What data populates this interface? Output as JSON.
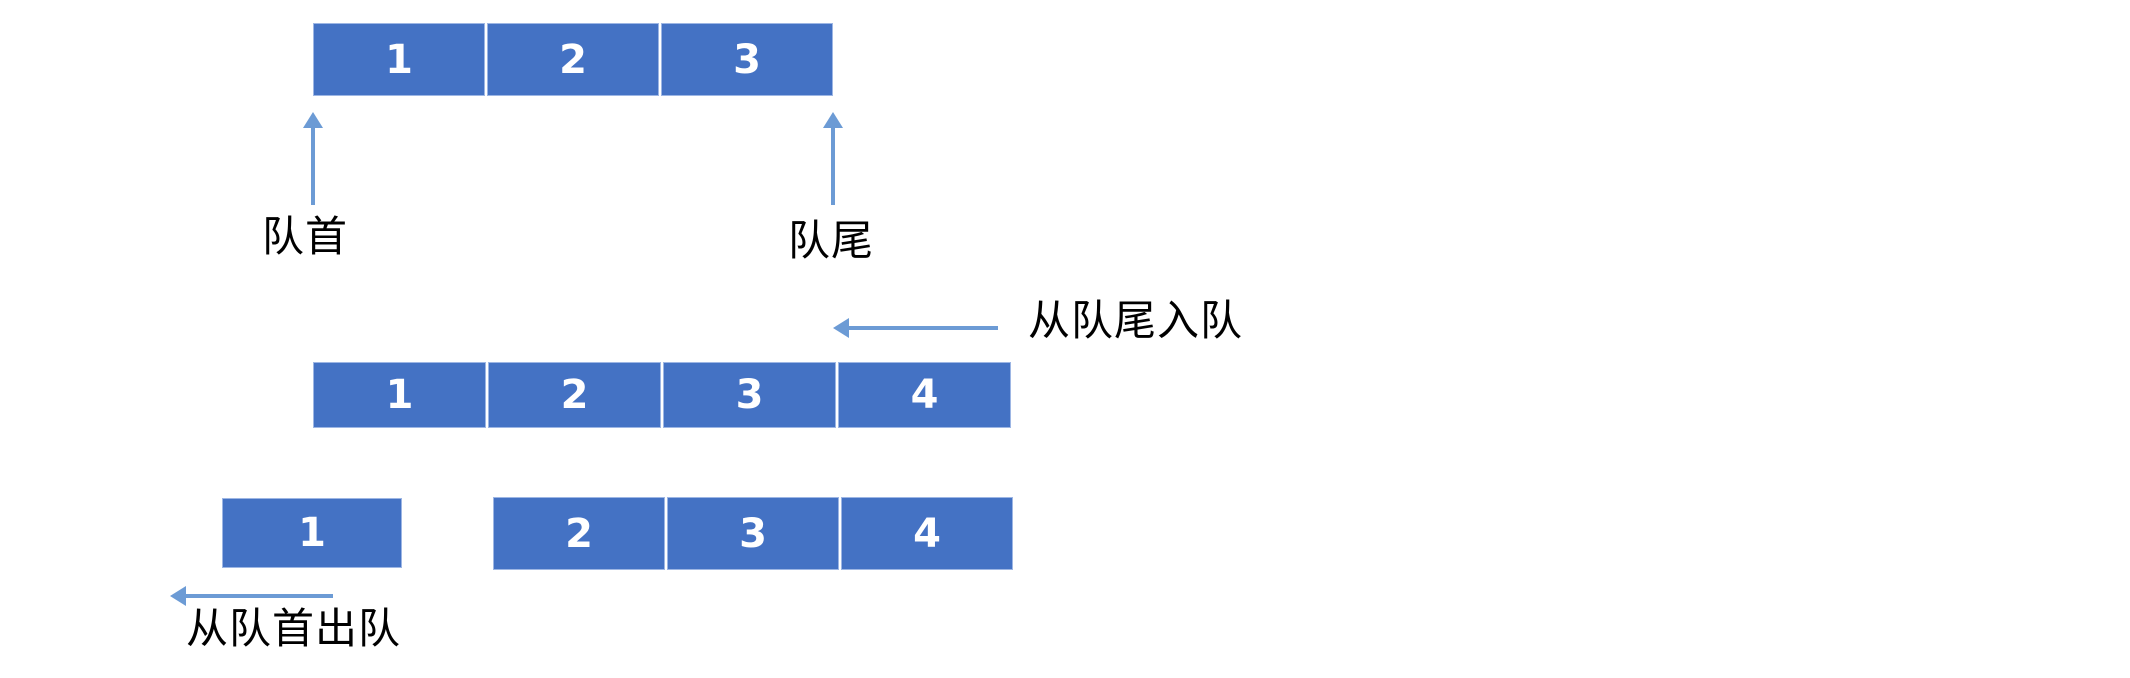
{
  "colors": {
    "cell_fill": "#4472C4",
    "cell_border": "#9DB6E4",
    "arrow": "#6C9BD5",
    "label": "#000000",
    "number": "#FFFFFF"
  },
  "rows": {
    "initial": {
      "cells": [
        "1",
        "2",
        "3"
      ]
    },
    "enqueued": {
      "cells": [
        "1",
        "2",
        "3",
        "4"
      ]
    },
    "dequeued": {
      "removed": "1",
      "remaining": [
        "2",
        "3",
        "4"
      ]
    }
  },
  "labels": {
    "front": "队首",
    "rear": "队尾",
    "enqueue": "从队尾入队",
    "dequeue": "从队首出队"
  }
}
